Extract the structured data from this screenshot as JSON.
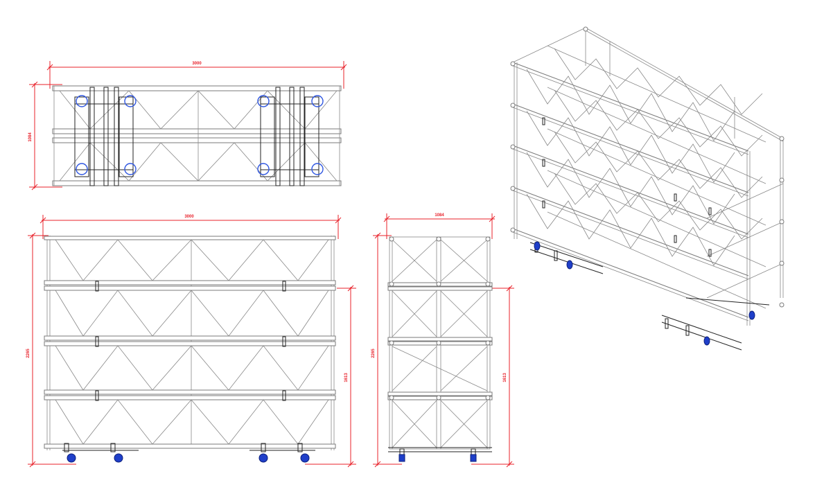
{
  "drawing": {
    "views": {
      "top": {
        "width_label": "3000",
        "height_label": "1084"
      },
      "front": {
        "width_label": "3000",
        "height_label": "2265",
        "inner_height_label": "1613"
      },
      "side": {
        "width_label": "1084",
        "height_label": "2265",
        "inner_height_label": "1613"
      },
      "isometric": {}
    },
    "colors": {
      "dimension": "#e8212a",
      "truss": "#7a7a7a",
      "caster_wheel": "#1f3fc9"
    }
  }
}
